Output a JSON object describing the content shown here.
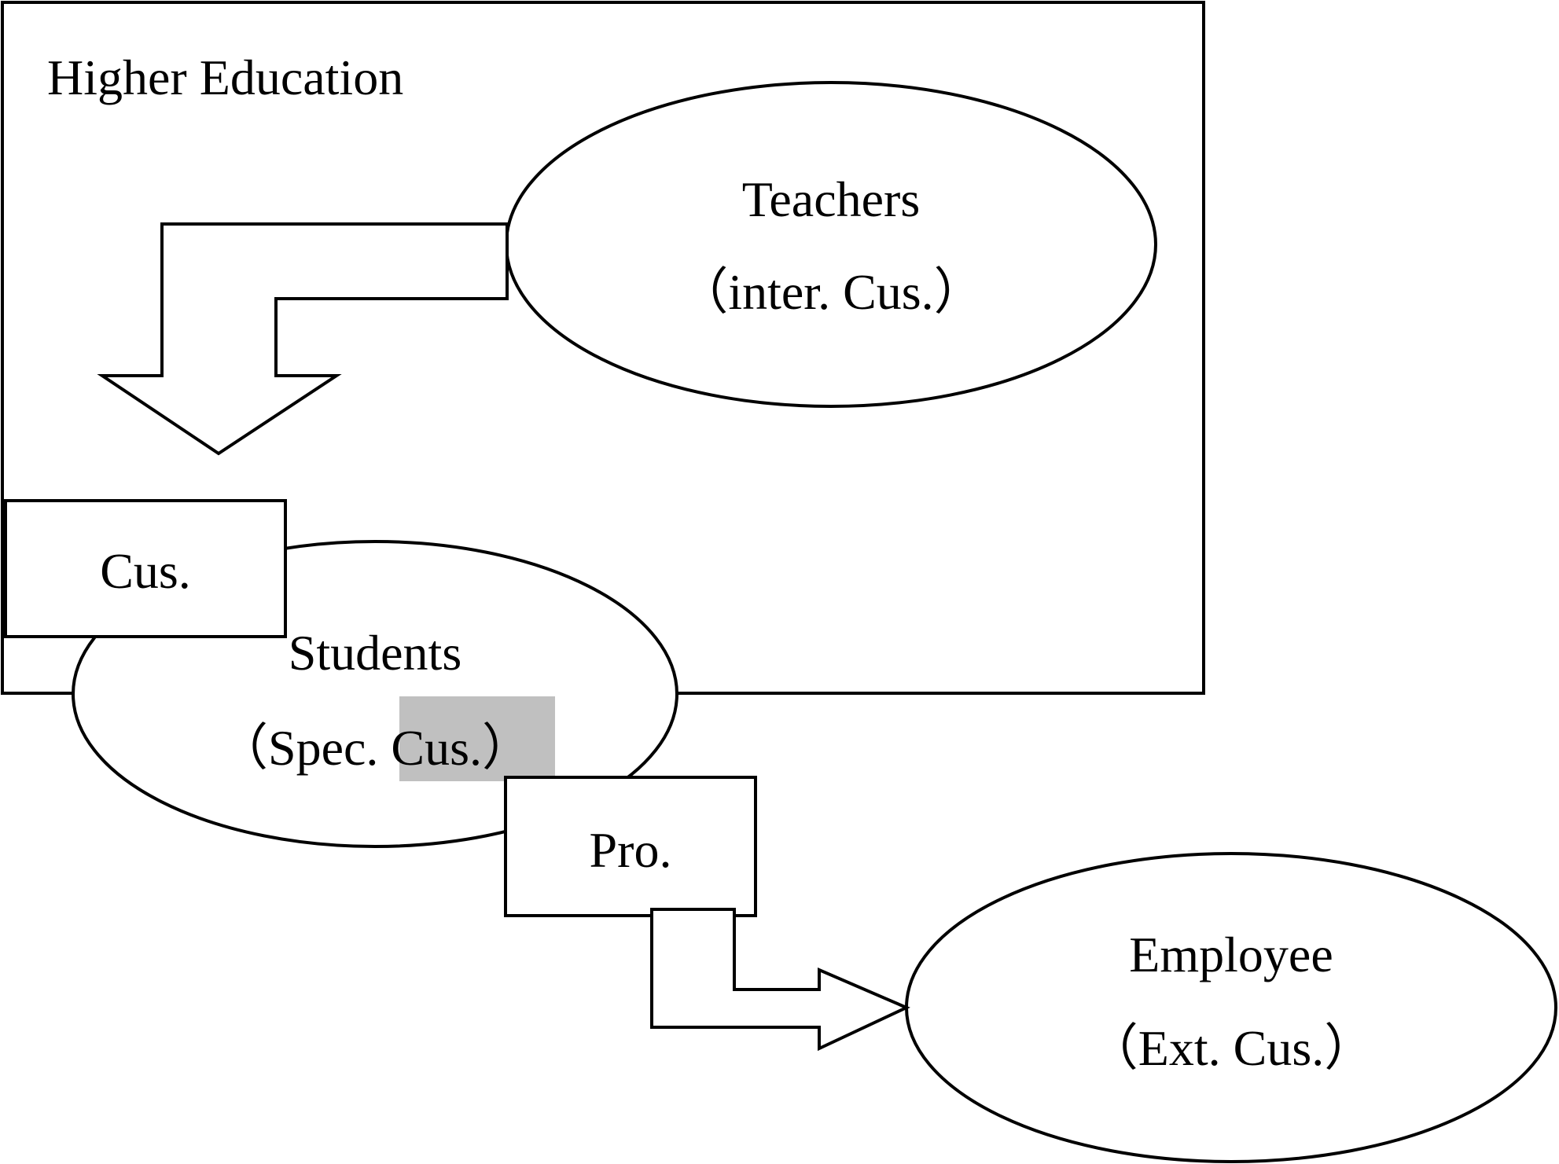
{
  "diagram": {
    "container": {
      "label": "Higher Education"
    },
    "teachers": {
      "title": "Teachers",
      "subtitle": "（inter. Cus.）"
    },
    "students": {
      "title": "Students",
      "subtitle_prefix": "（Spec. ",
      "subtitle_highlight": "Cus.",
      "subtitle_suffix": "）"
    },
    "employee": {
      "title": "Employee",
      "subtitle": "（Ext. Cus.）"
    },
    "customer_box": {
      "label": "Cus."
    },
    "product_box": {
      "label": "Pro."
    },
    "colors": {
      "stroke": "#000000",
      "background": "#ffffff",
      "highlight": "#c0c0c0"
    }
  }
}
